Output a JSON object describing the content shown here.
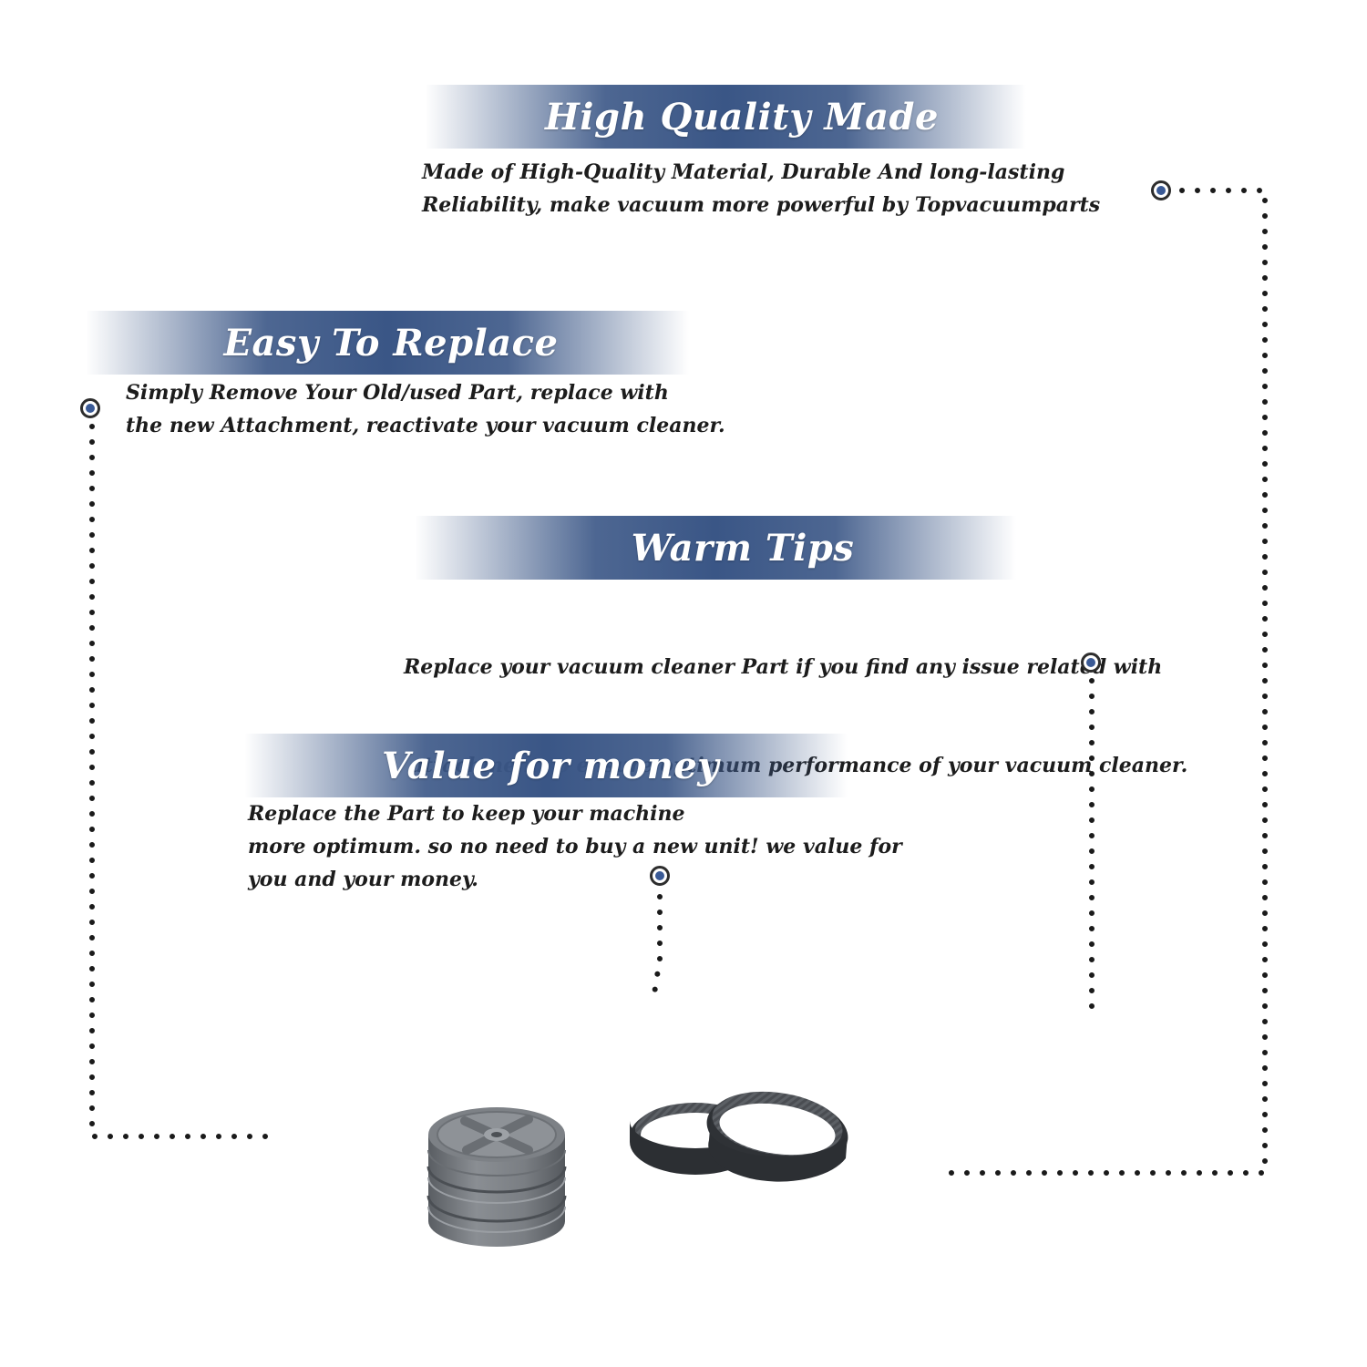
{
  "colors": {
    "banner_blue": "#3a5686",
    "marker_dot": "#3a5a96",
    "dotted_line": "#1a1a1a",
    "text": "#1c1c1c"
  },
  "sections": [
    {
      "title": "High Quality Made",
      "lines": [
        "Made of  High-Quality Material, Durable And long-lasting",
        "Reliability, make vacuum more powerful by Topvacuumparts"
      ]
    },
    {
      "title": "Easy To Replace",
      "lines": [
        "Simply Remove Your Old/used Part, replace with",
        "the new Attachment, reactivate your vacuum cleaner."
      ]
    },
    {
      "title": "Warm Tips",
      "lines": [
        "Replace your vacuum cleaner Part if you find any issue related with",
        " attachment to ensure optimum performance of your vacuum cleaner."
      ]
    },
    {
      "title": "Value for money",
      "lines": [
        "Replace the Part to keep your machine",
        "more optimum. so no need to buy a new unit! we value for",
        "you and your money."
      ]
    }
  ],
  "products": {
    "pulley_icon": "gray-pulley-icon",
    "belts_icon": "belt-pair-icon"
  }
}
